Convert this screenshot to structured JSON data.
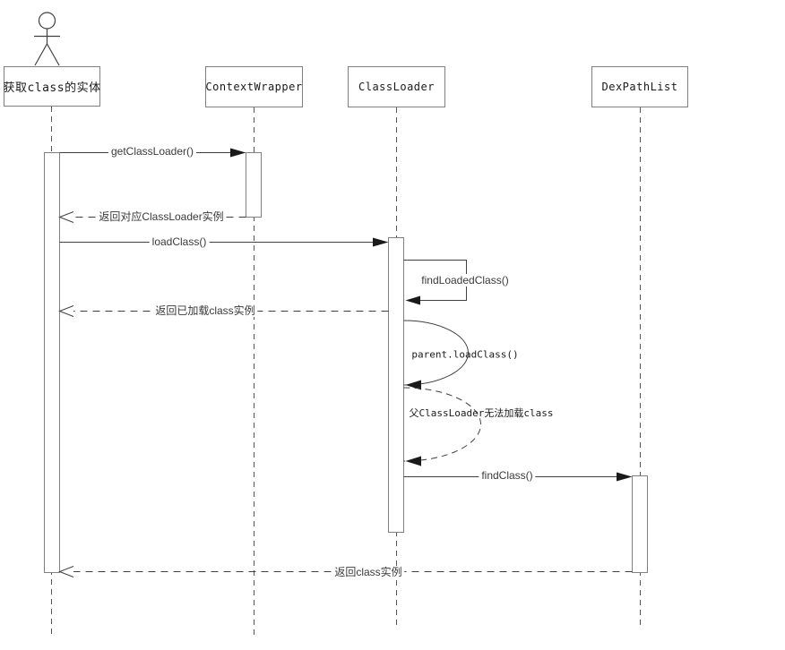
{
  "diagram": {
    "type": "uml-sequence",
    "participants": [
      {
        "label": "获取class的实体",
        "kind": "actor"
      },
      {
        "label": "ContextWrapper",
        "kind": "object"
      },
      {
        "label": "ClassLoader",
        "kind": "object"
      },
      {
        "label": "DexPathList",
        "kind": "object"
      }
    ],
    "messages": [
      {
        "label": "getClassLoader()",
        "from": "获取class的实体",
        "to": "ContextWrapper",
        "kind": "call-solid"
      },
      {
        "label": "返回对应ClassLoader实例",
        "from": "ContextWrapper",
        "to": "获取class的实体",
        "kind": "return-dashed"
      },
      {
        "label": "loadClass()",
        "from": "获取class的实体",
        "to": "ClassLoader",
        "kind": "call-solid"
      },
      {
        "label": "findLoadedClass()",
        "from": "ClassLoader",
        "to": "ClassLoader",
        "kind": "self-call"
      },
      {
        "label": "返回已加载class实例",
        "from": "ClassLoader",
        "to": "获取class的实体",
        "kind": "return-dashed"
      },
      {
        "label": "parent.loadClass()",
        "from": "ClassLoader",
        "to": "ClassLoader",
        "kind": "self-call-arc"
      },
      {
        "label": "父ClassLoader无法加载class",
        "from": "ClassLoader",
        "to": "ClassLoader",
        "kind": "self-return-arc-dashed"
      },
      {
        "label": "findClass()",
        "from": "ClassLoader",
        "to": "DexPathList",
        "kind": "call-solid"
      },
      {
        "label": "返回class实例",
        "from": "DexPathList",
        "to": "获取class的实体",
        "kind": "return-dashed"
      }
    ],
    "colors": {
      "background": "#ffffff",
      "line": "#404040",
      "box_border": "#7f7f7f",
      "arrow_fill": "#1a1a1a",
      "text": "#3a3a3a"
    }
  }
}
